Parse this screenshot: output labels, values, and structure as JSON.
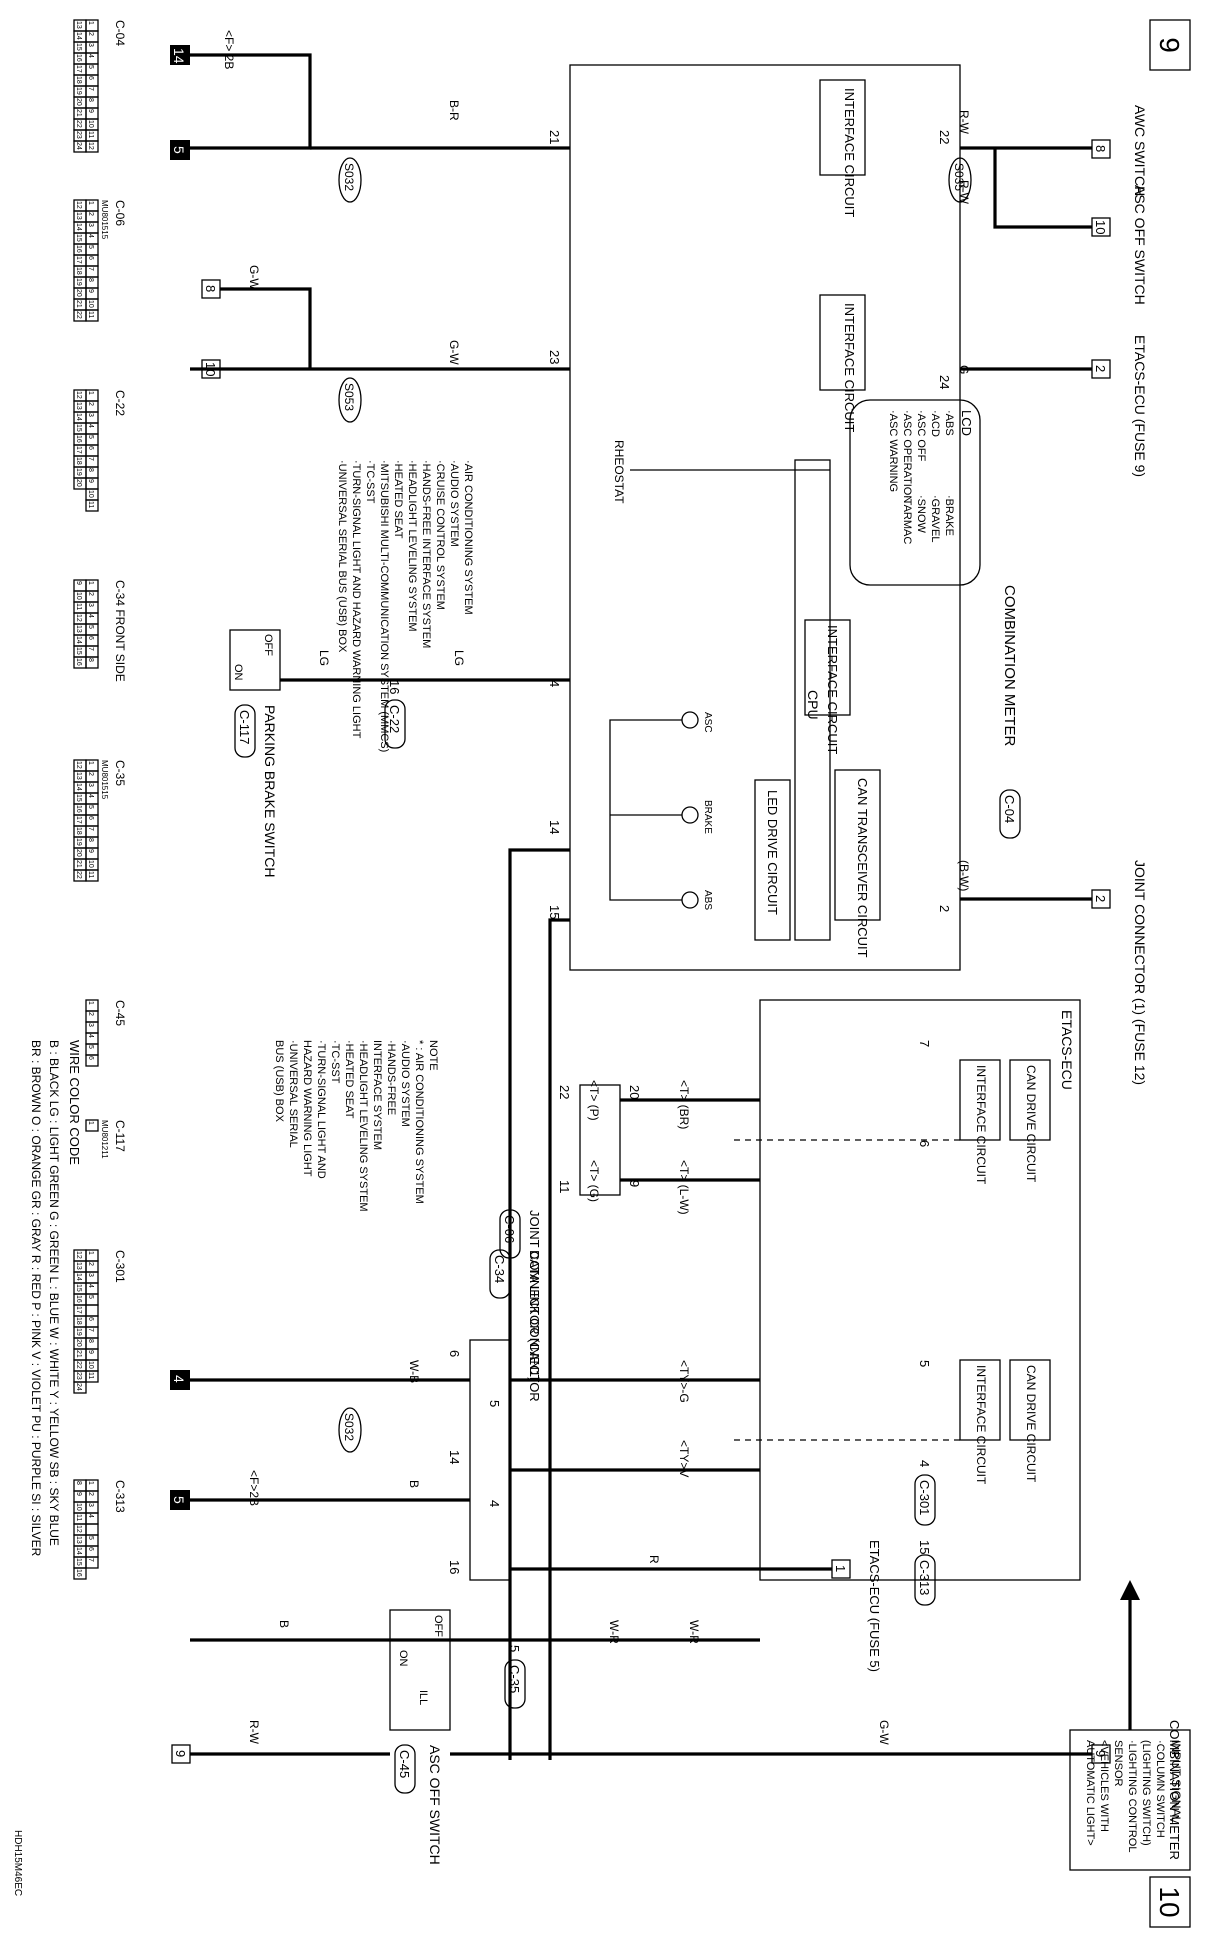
{
  "page_numbers": {
    "left": "9",
    "right": "10"
  },
  "doc_code": "HDH15M46EC",
  "combination_meter": {
    "title": "COMBINATION METER",
    "connector": "C-04",
    "lcd_title": "LCD",
    "lcd_items": [
      "·ABS",
      "·ACD",
      "·ASC OFF",
      "·ASC OPERATION",
      "·ASC WARNING",
      "·BRAKE",
      "·GRAVEL",
      "·SNOW",
      "·TARMAC"
    ],
    "interface_circuit": "INTERFACE CIRCUIT",
    "cpu": "CPU",
    "can_transceiver": "CAN TRANSCEIVER CIRCUIT",
    "led_drive": "LED DRIVE CIRCUIT",
    "rheostat": "RHEOSTAT",
    "leds": [
      "ASC",
      "BRAKE",
      "ABS"
    ],
    "pins": [
      "21",
      "22",
      "23",
      "24",
      "4",
      "14",
      "15",
      "2"
    ]
  },
  "top_connectors": [
    {
      "name": "AWC SWITCH",
      "pin": "8",
      "wire": "R-W"
    },
    {
      "name": "ASC OFF SWITCH",
      "pin": "10",
      "wire": "R-W"
    },
    {
      "name": "ETACS-ECU (FUSE 9)",
      "pin": "2",
      "wire": "G"
    },
    {
      "name": "JOINT CONNECTOR (1) (FUSE 12)",
      "pin": "2",
      "wire": "(B-W)"
    }
  ],
  "left_side": {
    "ground_14": "14",
    "ground_5": "5",
    "ground_f2b": "<F> 2B",
    "wire_br": "B-R",
    "splice_s032": "S032",
    "splice_s035": "S035",
    "splice_s053": "S053",
    "wire_gw": "G-W",
    "pin8": "8",
    "pin10": "10",
    "s053_list": [
      "·AIR CONDITIONING SYSTEM",
      "·AUDIO SYSTEM",
      "·CRUISE CONTROL SYSTEM",
      "·HANDS-FREE INTERFACE SYSTEM",
      "·HEADLIGHT LEVELING SYSTEM",
      "·HEATED SEAT",
      "·MITSUBISHI MULTI-COMMUNICATION SYSTEM (MMCS)",
      "·TC-SST",
      "·TURN-SIGNAL LIGHT AND HAZARD WARNING LIGHT",
      "·UNIVERSAL SERIAL BUS (USB) BOX"
    ],
    "wire_lg": "LG",
    "parking_brake_switch": "PARKING BRAKE SWITCH",
    "parking_brake_connector": "C-117",
    "c22": "C-22",
    "pin16": "16",
    "off": "OFF",
    "on": "ON"
  },
  "etacs": {
    "title": "ETACS-ECU",
    "can_drive": "CAN DRIVE CIRCUIT",
    "interface": "INTERFACE CIRCUIT",
    "pins": [
      "7",
      "6",
      "5",
      "4",
      "15"
    ],
    "connector": "C-301",
    "c313": "C-313"
  },
  "can_wires": {
    "t_br": "<T> (BR)",
    "t_lw": "<T> (L-W)",
    "t_p": "<T> (P)",
    "t_g": "<T> (G)",
    "ty_g": "<TY>-G",
    "ty_v": "<TY>V"
  },
  "joint_connector": {
    "name": "JOINT CONNECTOR (CAN1)",
    "connector": "C-06",
    "pins": [
      "22",
      "11",
      "20",
      "9"
    ]
  },
  "data_link": {
    "name": "DATA LINK CONNECTOR",
    "connector": "C-34",
    "pins": [
      "6",
      "14",
      "16",
      "5",
      "4"
    ]
  },
  "right_side": {
    "ground_4": "4",
    "ground_5": "5",
    "wire_wb": "W-B",
    "wire_b": "B",
    "f2b": "<F>2B",
    "s032": "S032",
    "etacs_fuse5": "ETACS-ECU (FUSE 5)",
    "fuse5_pin": "1",
    "wire_r": "R",
    "wire_wr": "W-R",
    "c35": "C-35",
    "pin5": "5",
    "asc_off_switch": "ASC OFF SWITCH",
    "asc_connector": "C-45",
    "ill": "ILL",
    "comb_meter": "COMBINATION METER",
    "pin9": "9",
    "wire_gw": "G-W",
    "wire_rw": "R-W"
  },
  "input_signal": [
    "INPUT SIGNAL",
    "·COLUMN SWITCH",
    "(LIGHTING SWITCH)",
    "·LIGHTING CONTROL",
    "SENSOR",
    "<VEHICLES WITH",
    "AUTOMATIC LIGHT>"
  ],
  "connector_tables": [
    {
      "id": "C-04",
      "rows": [
        [
          "1",
          "2",
          "3",
          "4",
          "5",
          "6",
          "7",
          "8",
          "9",
          "10",
          "11",
          "12"
        ],
        [
          "13",
          "14",
          "15",
          "16",
          "17",
          "18",
          "19",
          "20",
          "21",
          "22",
          "23",
          "24"
        ]
      ]
    },
    {
      "id": "C-06",
      "part": "MU801515",
      "rows": [
        [
          "1",
          "2",
          "3",
          "4",
          "5",
          "6",
          "7",
          "8",
          "9",
          "10",
          "11"
        ],
        [
          "12",
          "13",
          "14",
          "15",
          "16",
          "17",
          "18",
          "19",
          "20",
          "21",
          "22"
        ]
      ]
    },
    {
      "id": "C-22",
      "rows": [
        [
          "1",
          "2",
          "3",
          "4",
          "5",
          "6",
          "7",
          "8",
          "9",
          "10",
          "11"
        ],
        [
          "12",
          "13",
          "14",
          "15",
          "16",
          "17",
          "18",
          "19",
          "20"
        ]
      ]
    },
    {
      "id": "C-34",
      "note": "FRONT SIDE",
      "rows": [
        [
          "1",
          "2",
          "3",
          "4",
          "5",
          "6",
          "7",
          "8"
        ],
        [
          "9",
          "10",
          "11",
          "12",
          "13",
          "14",
          "15",
          "16"
        ]
      ]
    },
    {
      "id": "C-35",
      "part": "MU801515",
      "rows": [
        [
          "1",
          "2",
          "3",
          "4",
          "5",
          "6",
          "7",
          "8",
          "9",
          "10",
          "11"
        ],
        [
          "12",
          "13",
          "14",
          "15",
          "16",
          "17",
          "18",
          "19",
          "20",
          "21",
          "22"
        ]
      ]
    },
    {
      "id": "C-45",
      "rows": [
        [
          "1",
          "2",
          "3",
          "4",
          "5",
          "6"
        ]
      ]
    },
    {
      "id": "C-117",
      "part": "MU801211",
      "rows": [
        [
          "1"
        ]
      ]
    },
    {
      "id": "C-301",
      "rows": [
        [
          "1",
          "2",
          "3",
          "4",
          "5",
          "",
          "6",
          "7",
          "8",
          "9",
          "10",
          "11"
        ],
        [
          "12",
          "13",
          "14",
          "15",
          "16",
          "17",
          "18",
          "19",
          "20",
          "21",
          "22",
          "23",
          "24"
        ]
      ]
    },
    {
      "id": "C-313",
      "rows": [
        [
          "1",
          "2",
          "3",
          "4",
          "",
          "5",
          "6",
          "7"
        ],
        [
          "8",
          "9",
          "10",
          "11",
          "12",
          "13",
          "14",
          "15",
          "16"
        ]
      ]
    }
  ],
  "note": {
    "title": "NOTE",
    "items": [
      "* : AIR CONDITIONING SYSTEM",
      "·AUDIO SYSTEM",
      "·HANDS-FREE",
      "INTERFACE SYSTEM",
      "·HEADLIGHT LEVELING SYSTEM",
      "·HEATED SEAT",
      "·TC-SST",
      "·TURN-SIGNAL LIGHT AND",
      "HAZARD WARNING LIGHT",
      "·UNIVERSAL SERIAL",
      "BUS (USB) BOX"
    ]
  },
  "wire_color_code": {
    "title": "WIRE COLOR CODE",
    "line1": "B : BLACK   LG : LIGHT GREEN   G : GREEN   L : BLUE   W : WHITE   Y : YELLOW   SB : SKY BLUE",
    "line2": "BR : BROWN   O : ORANGE   GR : GRAY   R : RED   P : PINK   V : VIOLET   PU : PURPLE   SI : SILVER"
  }
}
